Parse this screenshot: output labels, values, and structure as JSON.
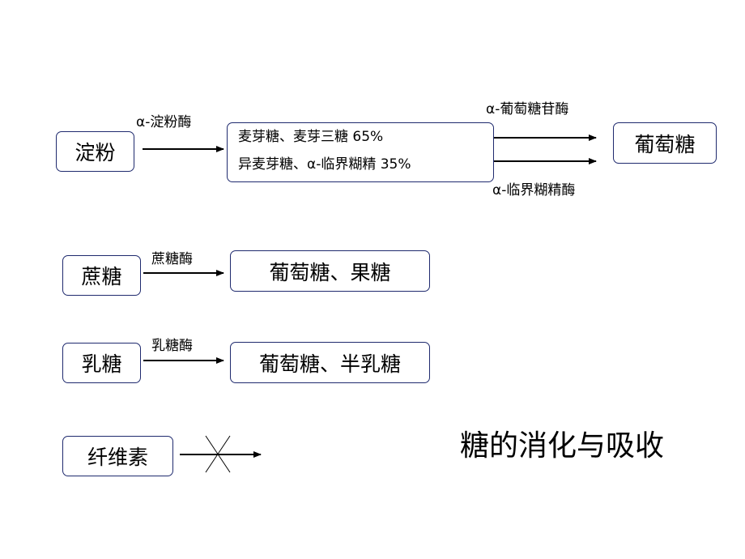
{
  "nodes": {
    "starch": "淀粉",
    "maltose_group_line1": "麦芽糖、麦芽三糖 65%",
    "maltose_group_line2": "异麦芽糖、α-临界糊精 35%",
    "glucose": "葡萄糖",
    "sucrose": "蔗糖",
    "glucose_fructose": "葡萄糖、果糖",
    "lactose": "乳糖",
    "glucose_galactose": "葡萄糖、半乳糖",
    "cellulose": "纤维素"
  },
  "enzymes": {
    "alpha_amylase": "α-淀粉酶",
    "alpha_glucosidase": "α-葡萄糖苷酶",
    "alpha_dextrinase": "α-临界糊精酶",
    "sucrase": "蔗糖酶",
    "lactase": "乳糖酶"
  },
  "title": "糖的消化与吸收",
  "colors": {
    "box_border": "#1f2a6e",
    "arrow": "#000000",
    "text": "#000000"
  }
}
